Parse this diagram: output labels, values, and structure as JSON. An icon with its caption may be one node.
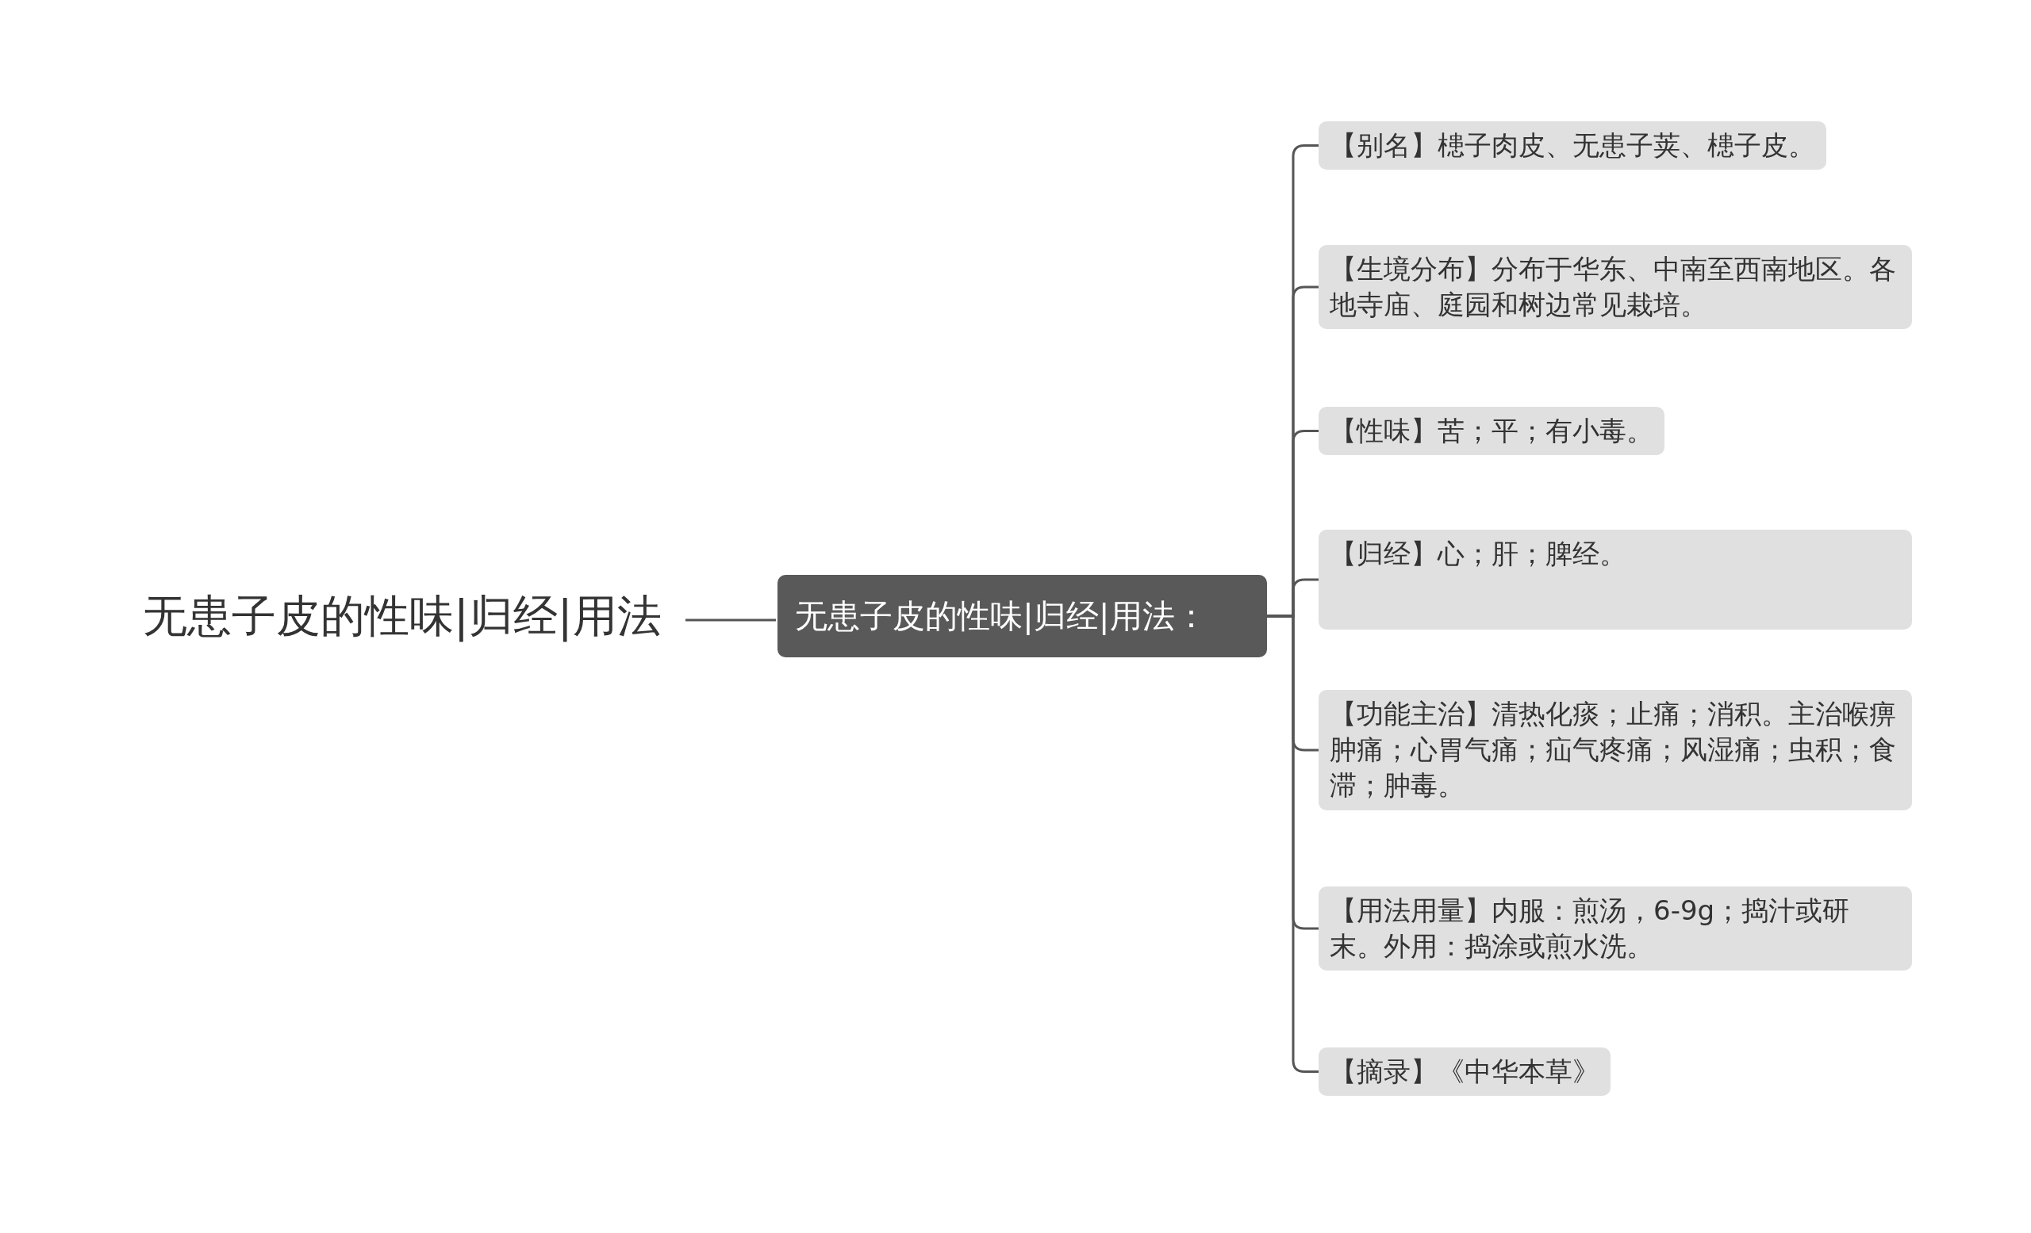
{
  "diagram": {
    "nodes": [
      {
        "text": [
          "无患子皮的性味|归经|用法"
        ]
      },
      {
        "text": [
          "无患子皮的性味|归经|用法："
        ]
      },
      {
        "text": [
          "【别名】槵子肉皮、无患子荚、槵子皮。"
        ]
      },
      {
        "text": [
          "【生境分布】分布于华东、中南至西南地区。各地寺庙、庭园和树边常见栽培。"
        ]
      },
      {
        "text": [
          "【性味】苦；平；有小毒。"
        ]
      },
      {
        "text": [
          "【归经】心；肝；脾经。"
        ]
      },
      {
        "text": [
          "【功能主治】清热化痰；止痛；消积。主治喉痹肿痛；心胃气痛；疝气疼痛；风湿痛；虫积；食滞；肿毒。"
        ]
      },
      {
        "text": [
          "【用法用量】内服：煎汤，6-9g；捣汁或研末。外用：捣涂或煎水洗。"
        ]
      },
      {
        "text": [
          "【摘录】《中华本草》"
        ]
      }
    ],
    "edges": [
      {
        "from": 0,
        "to": 1,
        "arrow": "none"
      },
      {
        "from": 1,
        "to": 2,
        "arrow": "none"
      },
      {
        "from": 1,
        "to": 3,
        "arrow": "none"
      },
      {
        "from": 1,
        "to": 4,
        "arrow": "none"
      },
      {
        "from": 1,
        "to": 5,
        "arrow": "none"
      },
      {
        "from": 1,
        "to": 6,
        "arrow": "none"
      },
      {
        "from": 1,
        "to": 7,
        "arrow": "none"
      },
      {
        "from": 1,
        "to": 8,
        "arrow": "none"
      }
    ]
  }
}
